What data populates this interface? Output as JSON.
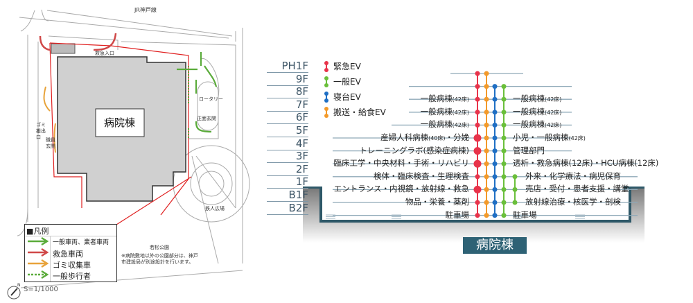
{
  "site_plan": {
    "rail_label": "JR神戸線",
    "building_label": "病院棟",
    "emergency_entrance": "救急入口",
    "rotary": "ロータリー",
    "main_entrance": "正面玄関",
    "garbage_exit": "ゴミ搬出口",
    "staff_entrance": "職員玄関",
    "plaza": "鉄人広場",
    "park": "若松公園",
    "note": "※病院敷地以外の公園部分は、神戸市建設局が別途設計を行います。",
    "scale": "S=1/1000",
    "north": "N",
    "legend": {
      "title": "■凡例",
      "items": [
        {
          "label": "一般車両、業者車両",
          "color": "#5aab3a",
          "style": "solid"
        },
        {
          "label": "救急車両",
          "color": "#d04848",
          "style": "solid"
        },
        {
          "label": "ゴミ収集車",
          "color": "#e8a33a",
          "style": "solid"
        },
        {
          "label": "一般歩行者",
          "color": "#5aab3a",
          "style": "dotted"
        }
      ]
    }
  },
  "section": {
    "title": "病院棟",
    "floors": [
      "PH1F",
      "9F",
      "8F",
      "7F",
      "6F",
      "5F",
      "4F",
      "3F",
      "2F",
      "1F",
      "B1F",
      "B2F"
    ],
    "ev_legend": [
      {
        "label": "緊急EV",
        "color": "#e8334a"
      },
      {
        "label": "一般EV",
        "color": "#6abf3a"
      },
      {
        "label": "寝台EV",
        "color": "#1f6fc4"
      },
      {
        "label": "搬送・給食EV",
        "color": "#f39a2a"
      }
    ],
    "left": [
      {
        "floor": "8F",
        "text": "一般病棟",
        "sub": "(42床)"
      },
      {
        "floor": "7F",
        "text": "一般病棟",
        "sub": "(42床)"
      },
      {
        "floor": "6F",
        "text": "一般病棟",
        "sub": "(42床)"
      },
      {
        "floor": "5F",
        "text": "産婦人科病棟",
        "sub": "(40床)",
        "tail": "・分娩"
      },
      {
        "floor": "4F",
        "text": "トレーニングラボ(感染症病棟)"
      },
      {
        "floor": "3F",
        "text": "臨床工学・中央材料・手術・リハビリ"
      },
      {
        "floor": "2F",
        "text": "検体・臨床検査・生理検査"
      },
      {
        "floor": "1F",
        "text": "エントランス・内視鏡・放射線・救急"
      },
      {
        "floor": "B1F",
        "text": "物品・栄養・薬剤"
      },
      {
        "floor": "B2F",
        "text": "駐車場"
      }
    ],
    "right": [
      {
        "floor": "8F",
        "text": "一般病棟",
        "sub": "(42床)"
      },
      {
        "floor": "7F",
        "text": "一般病棟",
        "sub": "(42床)"
      },
      {
        "floor": "6F",
        "text": "一般病棟",
        "sub": "(42床)"
      },
      {
        "floor": "5F",
        "text": "小児・一般病棟",
        "sub": "(42床)"
      },
      {
        "floor": "4F",
        "text": "管理部門"
      },
      {
        "floor": "3F",
        "text": "透析・救急病棟(12床)・HCU病棟(12床)"
      },
      {
        "floor": "2F",
        "text": "外来・化学療法・病児保育"
      },
      {
        "floor": "1F",
        "text": "売店・受付・患者支援・講堂"
      },
      {
        "floor": "B1F",
        "text": "放射線治療・核医学・剖検"
      },
      {
        "floor": "B2F",
        "text": "駐車場"
      }
    ]
  }
}
